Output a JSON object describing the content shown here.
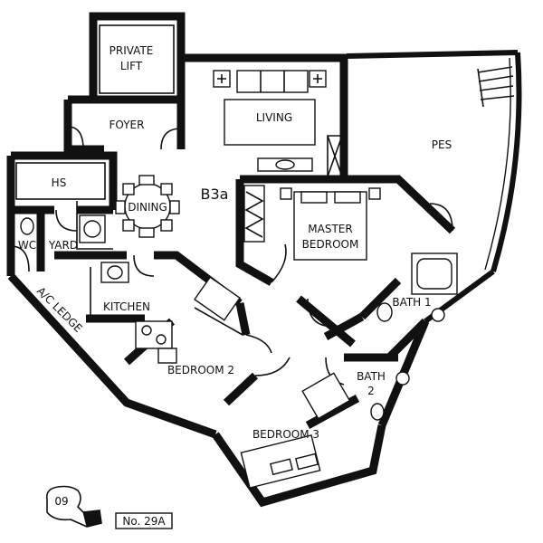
{
  "floorplan": {
    "unit_type": "B3a",
    "unit_number": "No. 29A",
    "badge": "09",
    "rooms": {
      "private_lift_line1": "PRIVATE",
      "private_lift_line2": "LIFT",
      "foyer": "FOYER",
      "living": "LIVING",
      "pes": "PES",
      "hs": "HS",
      "dining": "DINING",
      "wc": "WC",
      "yard": "YARD",
      "master_line1": "MASTER",
      "master_line2": "BEDROOM",
      "kitchen": "KITCHEN",
      "ac_ledge": "A/C LEDGE",
      "bath1": "BATH 1",
      "bath2_line1": "BATH",
      "bath2_line2": "2",
      "bedroom2": "BEDROOM 2",
      "bedroom3": "BEDROOM 3"
    }
  }
}
